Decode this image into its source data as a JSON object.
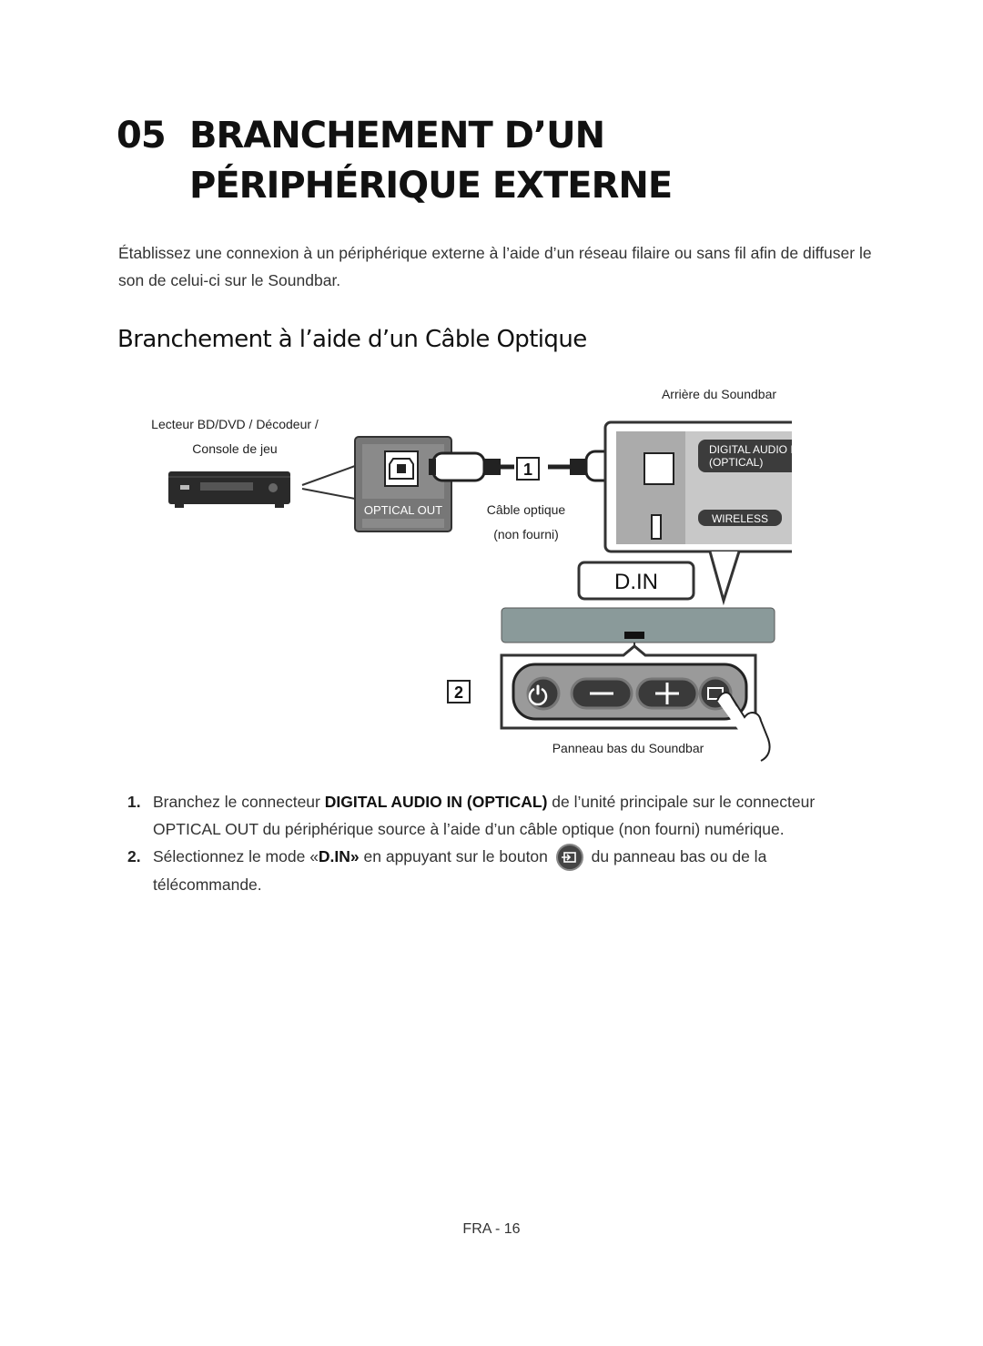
{
  "chapter": {
    "number": "05",
    "title": "Branchement d’un périphérique externe"
  },
  "intro": "Établissez une connexion à un périphérique externe à l’aide d’un réseau filaire ou sans fil afin de diffuser le son de celui-ci sur le Soundbar.",
  "section_title": "Branchement à l’aide d’un Câble Optique",
  "figure": {
    "source_device_label_line1": "Lecteur BD/DVD / Décodeur /",
    "source_device_label_line2": "Console de jeu",
    "rear_label": "Arrière du Soundbar",
    "optical_out_label": "OPTICAL OUT",
    "cable_label_line1": "Câble optique",
    "cable_label_line2": "(non fourni)",
    "port_label_line1": "DIGITAL AUDIO IN",
    "port_label_line2": "(OPTICAL)",
    "wireless_label": "WIRELESS",
    "mode_display": "D.IN",
    "callout_1": "1",
    "callout_2": "2",
    "bottom_panel_label": "Panneau bas du Soundbar"
  },
  "steps": [
    {
      "number": "1.",
      "text_before": "Branchez le connecteur ",
      "bold": "DIGITAL AUDIO IN (OPTICAL)",
      "text_after": " de l’unité principale sur le connecteur OPTICAL OUT du périphérique source à l’aide d’un câble optique (non fourni) numérique."
    },
    {
      "number": "2.",
      "text_before": "Sélectionnez le mode «",
      "bold": "D.IN»",
      "text_middle": " en appuyant sur le bouton ",
      "text_after": " du panneau bas ou de la télécommande."
    }
  ],
  "footer": "FRA - 16",
  "colors": {
    "panel_gray": "#c8c8c8",
    "label_dark": "#3c3c3c",
    "soundbar": "#8a9a9a"
  }
}
